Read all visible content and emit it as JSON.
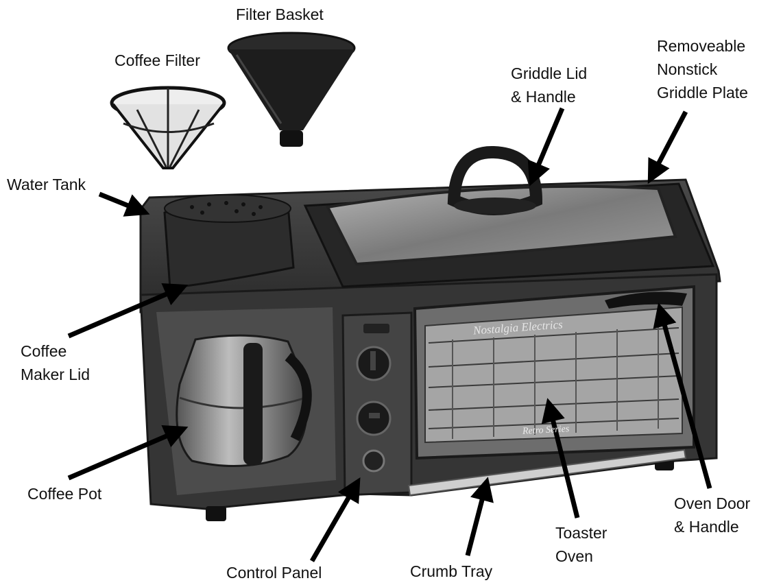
{
  "labels": {
    "filter_basket": "Filter Basket",
    "coffee_filter": "Coffee Filter",
    "griddle_lid": [
      "Griddle Lid",
      "& Handle"
    ],
    "griddle_plate": [
      "Removeable",
      "Nonstick",
      "Griddle Plate"
    ],
    "water_tank": "Water Tank",
    "coffee_maker_lid": [
      "Coffee",
      "Maker Lid"
    ],
    "coffee_pot": "Coffee Pot",
    "control_panel": "Control Panel",
    "crumb_tray": "Crumb Tray",
    "toaster_oven": [
      "Toaster",
      "Oven"
    ],
    "oven_door": [
      "Oven Door",
      "& Handle"
    ]
  },
  "appliance": {
    "brand_text": "Nostalgia Electrics",
    "series_text": "Retro Series"
  },
  "colors": {
    "body": "#3a3a3a",
    "body_dark": "#232323",
    "glass": "#8c8c8c",
    "chrome": "#c8c8c8",
    "label": "#111111",
    "arrow": "#000000"
  }
}
